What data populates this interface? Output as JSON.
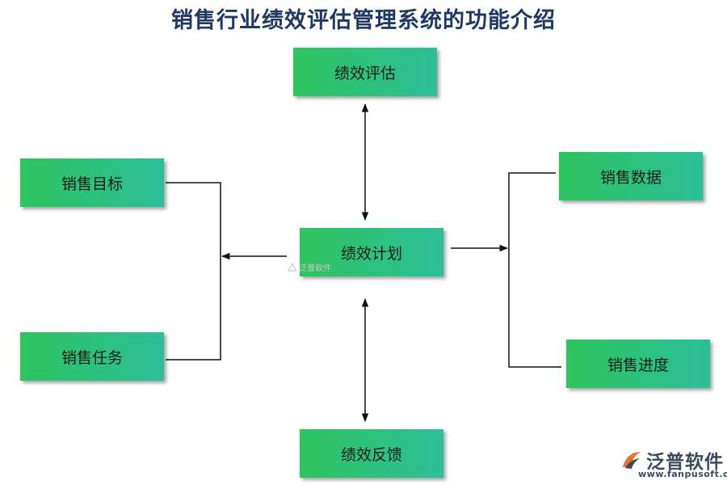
{
  "title": "销售行业绩效评估管理系统的功能介绍",
  "nodes": {
    "top": "绩效评估",
    "center": "绩效计划",
    "bottom": "绩效反馈",
    "left_top": "销售目标",
    "left_bottom": "销售任务",
    "right_top": "销售数据",
    "right_bottom": "销售进度"
  },
  "watermark": {
    "center_text": "泛普软件"
  },
  "logo": {
    "name": "泛普软件",
    "url": "www.fanpusoft.com"
  }
}
